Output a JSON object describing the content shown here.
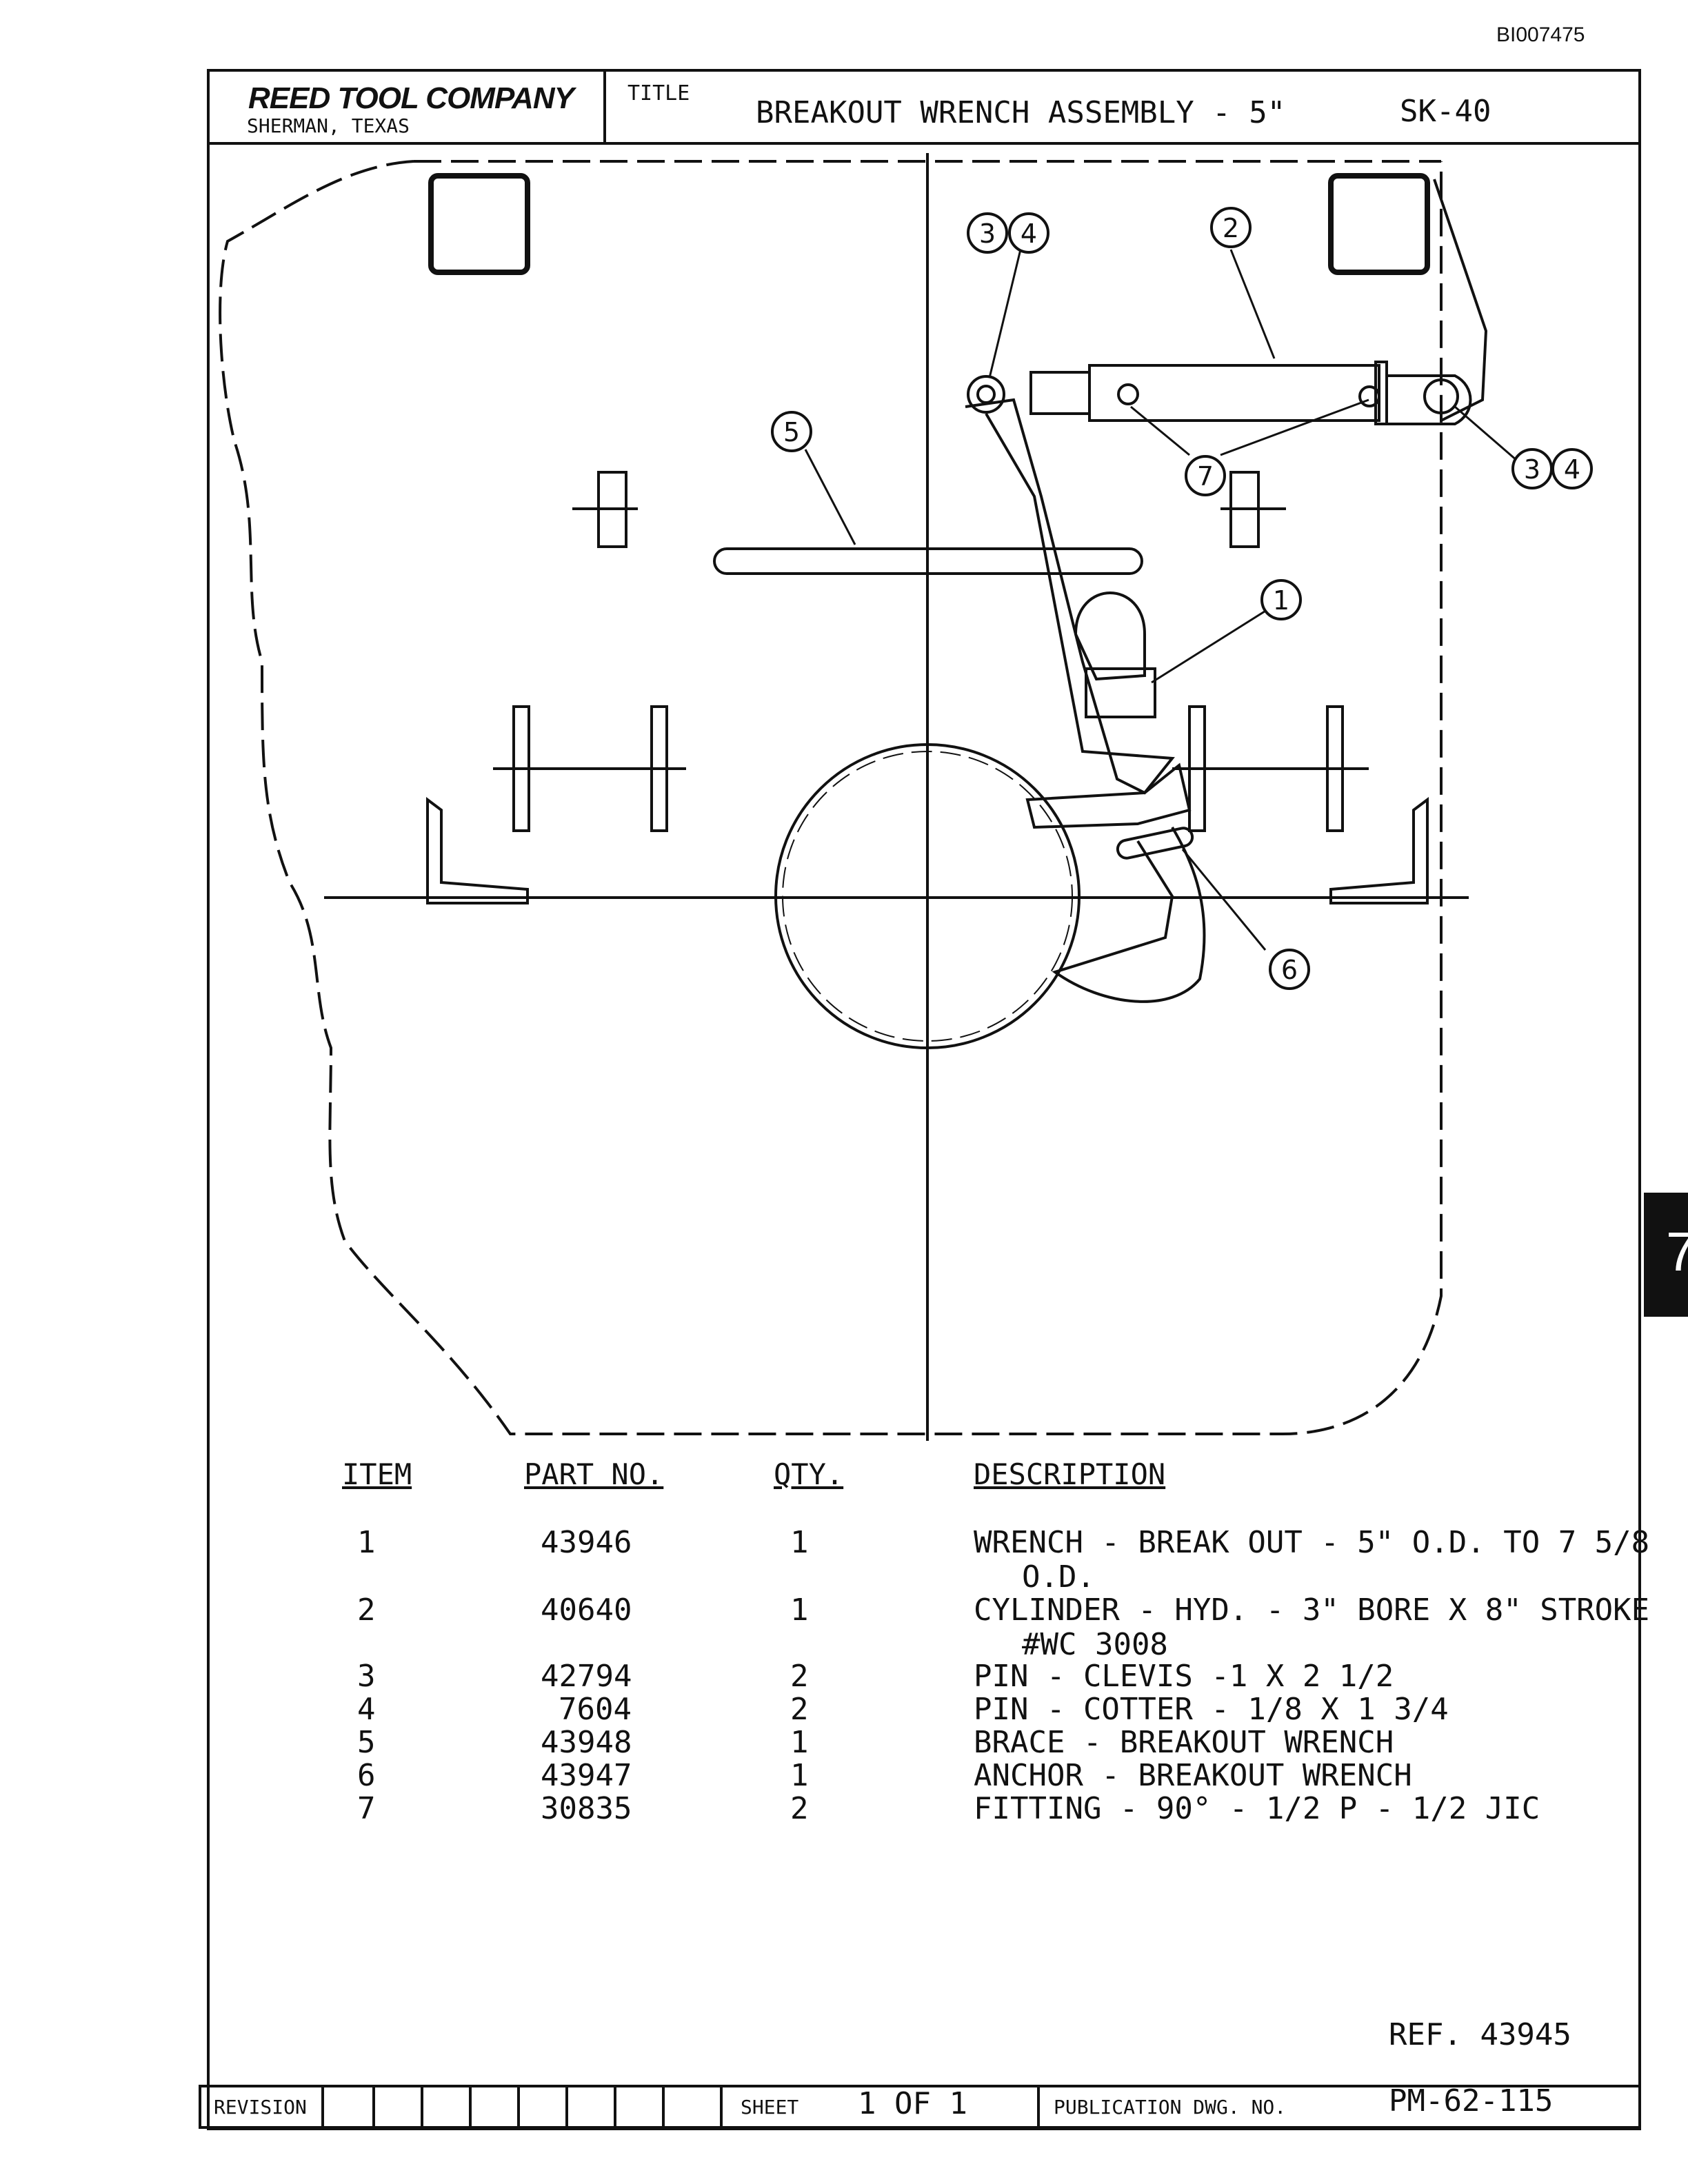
{
  "document_id": "BI007475",
  "title_block": {
    "company": "REED TOOL COMPANY",
    "location": "SHERMAN, TEXAS",
    "title_label": "TITLE",
    "title": "BREAKOUT WRENCH ASSEMBLY - 5\"",
    "sheet_code": "SK-40"
  },
  "callouts": [
    "3",
    "4",
    "2",
    "5",
    "7",
    "1",
    "3",
    "4",
    "6"
  ],
  "parts_list": {
    "headers": [
      "ITEM",
      "PART NO.",
      "QTY.",
      "DESCRIPTION"
    ],
    "rows": [
      {
        "item": "1",
        "part": "43946",
        "qty": "1",
        "desc": "WRENCH - BREAK OUT - 5\" O.D. TO 7 5/8",
        "desc2": "O.D."
      },
      {
        "item": "2",
        "part": "40640",
        "qty": "1",
        "desc": "CYLINDER - HYD. - 3\" BORE X 8\" STROKE",
        "desc2": "#WC 3008"
      },
      {
        "item": "3",
        "part": "42794",
        "qty": "2",
        "desc": "PIN - CLEVIS -1 X 2 1/2",
        "desc2": ""
      },
      {
        "item": "4",
        "part": "7604",
        "qty": "2",
        "desc": "PIN - COTTER - 1/8 X 1 3/4",
        "desc2": ""
      },
      {
        "item": "5",
        "part": "43948",
        "qty": "1",
        "desc": "BRACE - BREAKOUT WRENCH",
        "desc2": ""
      },
      {
        "item": "6",
        "part": "43947",
        "qty": "1",
        "desc": "ANCHOR - BREAKOUT WRENCH",
        "desc2": ""
      },
      {
        "item": "7",
        "part": "30835",
        "qty": "2",
        "desc": "FITTING - 90° - 1/2 P - 1/2 JIC",
        "desc2": ""
      }
    ]
  },
  "reference": "REF. 43945",
  "footer": {
    "revision_label": "REVISION",
    "sheet_label": "SHEET",
    "sheet_value": "1 OF 1",
    "publication_label": "PUBLICATION DWG. NO.",
    "publication_value": "PM-62-115"
  },
  "tab_marker": "7"
}
